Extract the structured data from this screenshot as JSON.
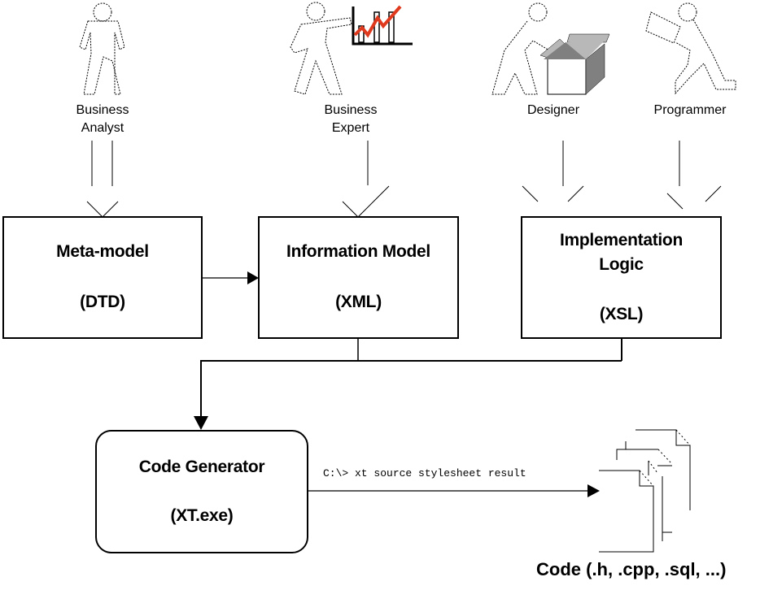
{
  "actors": [
    {
      "id": "business-analyst",
      "label_line1": "Business",
      "label_line2": "Analyst"
    },
    {
      "id": "business-expert",
      "label_line1": "Business",
      "label_line2": "Expert"
    },
    {
      "id": "designer",
      "label_line1": "Designer",
      "label_line2": ""
    },
    {
      "id": "programmer",
      "label_line1": "Programmer",
      "label_line2": ""
    }
  ],
  "boxes": {
    "meta_model": {
      "title": "Meta-model",
      "subtitle": "(DTD)"
    },
    "information_model": {
      "title": "Information Model",
      "subtitle": "(XML)"
    },
    "implementation_logic": {
      "title_line1": "Implementation",
      "title_line2": "Logic",
      "subtitle": "(XSL)"
    },
    "code_generator": {
      "title": "Code Generator",
      "subtitle": "(XT.exe)"
    }
  },
  "command": "C:\\> xt source stylesheet result",
  "output_label": "Code (.h, .cpp, .sql, ...)",
  "colors": {
    "chart_line": "#e03a1e",
    "box_front": "#ffffff",
    "box_side": "#808080",
    "box_flap": "#b8b8b8"
  }
}
